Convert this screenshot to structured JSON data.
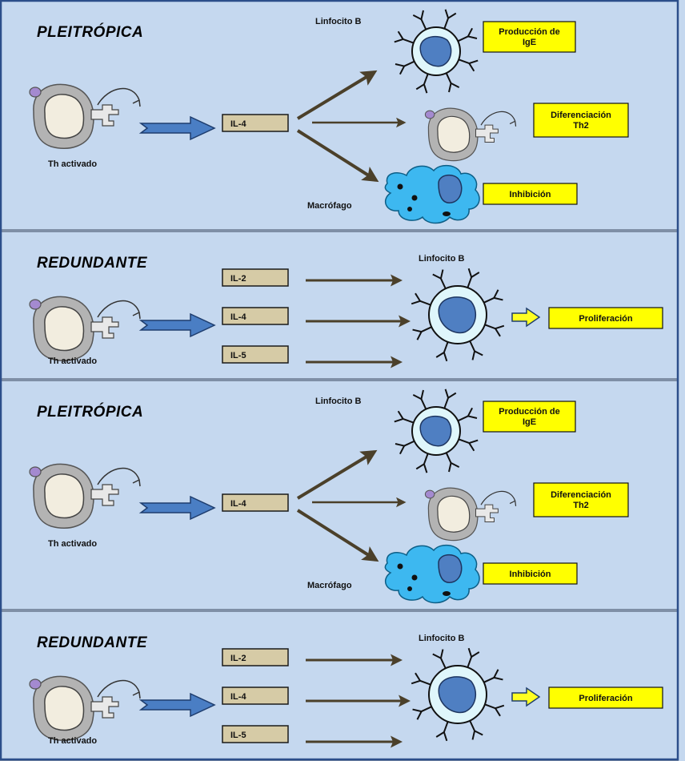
{
  "colors": {
    "panel_bg": "#c5d8ef",
    "panel_border": "#7f8fa6",
    "outer_border": "#2c4e8a",
    "il_box": "#d6cba6",
    "outcome_box": "#ffff00",
    "blue_arrow": "#4a7ec4",
    "brown_arrow": "#4b402a",
    "b_cell_outer": "#dff6fb",
    "b_cell_nucleus": "#4f7fc2",
    "macrophage": "#3db8f0",
    "th_outer": "#b3b3b3",
    "th_inner": "#f2eddf",
    "yellow_arrow": "#ffff22"
  },
  "panels": [
    {
      "type": "pleitropica",
      "title": "PLEITRÓPICA",
      "source_label": "Th activado",
      "interleukin": "IL-4",
      "b_cell_label": "Linfocito B",
      "macrophage_label": "Macrófago",
      "outcome_1_line1": "Producción de",
      "outcome_1_line2": "IgE",
      "outcome_2_line1": "Diferenciación",
      "outcome_2_line2": "Th2",
      "outcome_3": "Inhibición"
    },
    {
      "type": "redundante",
      "title": "REDUNDANTE",
      "source_label": "Th activado",
      "interleukins": [
        "IL-2",
        "IL-4",
        "IL-5"
      ],
      "b_cell_label": "Linfocito B",
      "outcome": "Proliferación"
    },
    {
      "type": "pleitropica",
      "title": "PLEITRÓPICA",
      "source_label": "Th activado",
      "interleukin": "IL-4",
      "b_cell_label": "Linfocito B",
      "macrophage_label": "Macrófago",
      "outcome_1_line1": "Producción de",
      "outcome_1_line2": "IgE",
      "outcome_2_line1": "Diferenciación",
      "outcome_2_line2": "Th2",
      "outcome_3": "Inhibición"
    },
    {
      "type": "redundante",
      "title": "REDUNDANTE",
      "source_label": "Th activado",
      "interleukins": [
        "IL-2",
        "IL-4",
        "IL-5"
      ],
      "b_cell_label": "Linfocito B",
      "outcome": "Proliferación"
    }
  ]
}
